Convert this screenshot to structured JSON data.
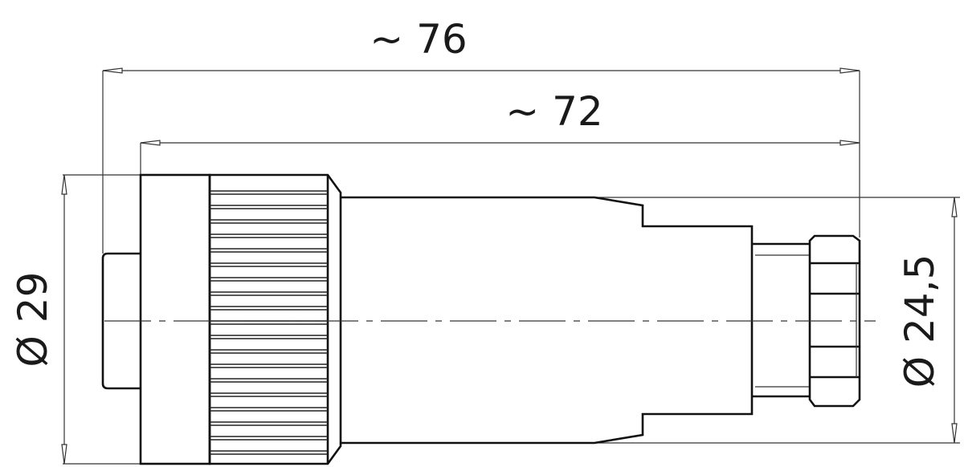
{
  "drawing": {
    "dimensions": {
      "overall_length": "~ 76",
      "body_length": "~ 72",
      "nut_diameter": "Ø 29",
      "cable_end_diameter": "Ø 24,5"
    }
  }
}
